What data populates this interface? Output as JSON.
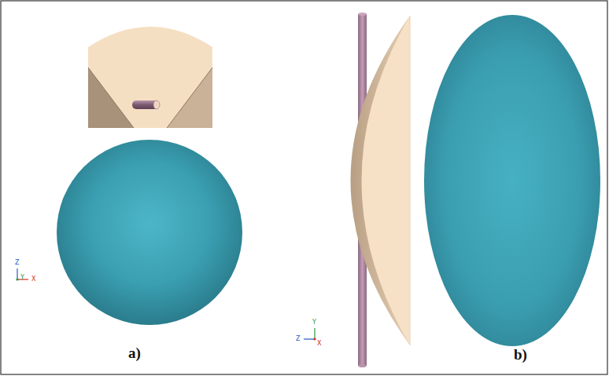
{
  "diagram": {
    "labels": [
      "Z",
      "Y",
      "X",
      "a)",
      "Y",
      "Z",
      "X",
      "b)"
    ]
  }
}
